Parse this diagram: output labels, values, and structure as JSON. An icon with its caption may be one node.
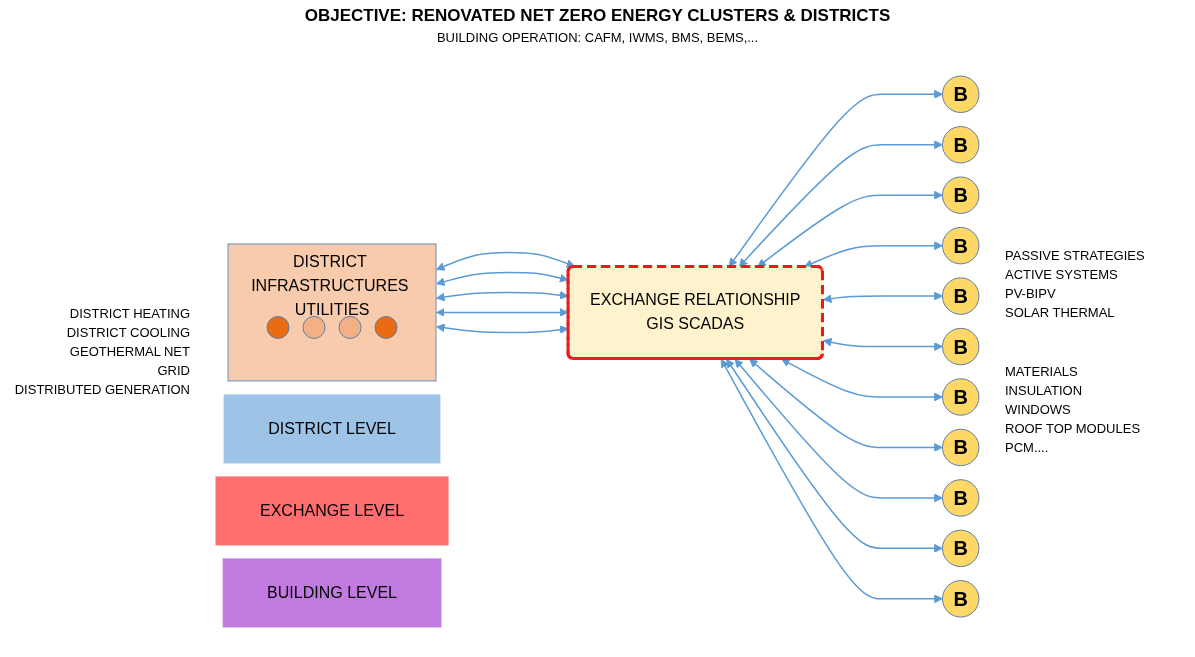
{
  "diagram": {
    "title": "OBJECTIVE: RENOVATED NET ZERO ENERGY CLUSTERS & DISTRICTS",
    "nodes": [
      {
        "text": [
          "DISTRICT INFRASTRUCTURES UTILITIES"
        ]
      },
      {
        "text": [],
        "shape": "circle",
        "in": 0
      },
      {
        "text": [],
        "shape": "circle",
        "in": 0
      },
      {
        "text": [],
        "shape": "circle",
        "in": 0
      },
      {
        "text": [],
        "shape": "circle",
        "in": 0
      },
      {
        "text": [
          "EXCHANGE RELATIONSHIP",
          "GIS SCADAS"
        ]
      },
      {
        "text": [
          "B"
        ]
      },
      {
        "text": [
          "B"
        ]
      },
      {
        "text": [
          "B"
        ]
      },
      {
        "text": [
          "B"
        ]
      },
      {
        "text": [
          "B"
        ]
      },
      {
        "text": [
          "B"
        ]
      },
      {
        "text": [
          "B"
        ]
      },
      {
        "text": [
          "B"
        ]
      },
      {
        "text": [
          "B"
        ]
      },
      {
        "text": [
          "B"
        ]
      },
      {
        "text": [
          "B"
        ]
      },
      {
        "text": [
          "DISTRICT LEVEL"
        ]
      },
      {
        "text": [
          "EXCHANGE LEVEL"
        ]
      },
      {
        "text": [
          "BUILDING LEVEL"
        ]
      }
    ],
    "edges": [
      {
        "from": 0,
        "to": 5,
        "arrow": "both"
      },
      {
        "from": 0,
        "to": 5,
        "arrow": "both"
      },
      {
        "from": 0,
        "to": 5,
        "arrow": "both"
      },
      {
        "from": 0,
        "to": 5,
        "arrow": "both"
      },
      {
        "from": 0,
        "to": 5,
        "arrow": "both"
      },
      {
        "from": 5,
        "to": 6,
        "arrow": "both"
      },
      {
        "from": 5,
        "to": 7,
        "arrow": "both"
      },
      {
        "from": 5,
        "to": 8,
        "arrow": "both"
      },
      {
        "from": 5,
        "to": 9,
        "arrow": "both"
      },
      {
        "from": 5,
        "to": 10,
        "arrow": "both"
      },
      {
        "from": 5,
        "to": 11,
        "arrow": "both"
      },
      {
        "from": 5,
        "to": 12,
        "arrow": "both"
      },
      {
        "from": 5,
        "to": 13,
        "arrow": "both"
      },
      {
        "from": 5,
        "to": 14,
        "arrow": "both"
      },
      {
        "from": 5,
        "to": 15,
        "arrow": "both"
      },
      {
        "from": 5,
        "to": 16,
        "arrow": "both"
      }
    ],
    "labels": [
      "BUILDING OPERATION: CAFM, IWMS, BMS, BEMS,...",
      "DISTRICT HEATING",
      "DISTRICT COOLING",
      "GEOTHERMAL NET",
      "GRID",
      "DISTRIBUTED GENERATION",
      "PASSIVE STRATEGIES",
      "ACTIVE SYSTEMS",
      "PV-BIPV",
      "SOLAR THERMAL",
      "MATERIALS",
      "INSULATION",
      "WINDOWS",
      "ROOF TOP MODULES",
      "PCM...."
    ]
  }
}
